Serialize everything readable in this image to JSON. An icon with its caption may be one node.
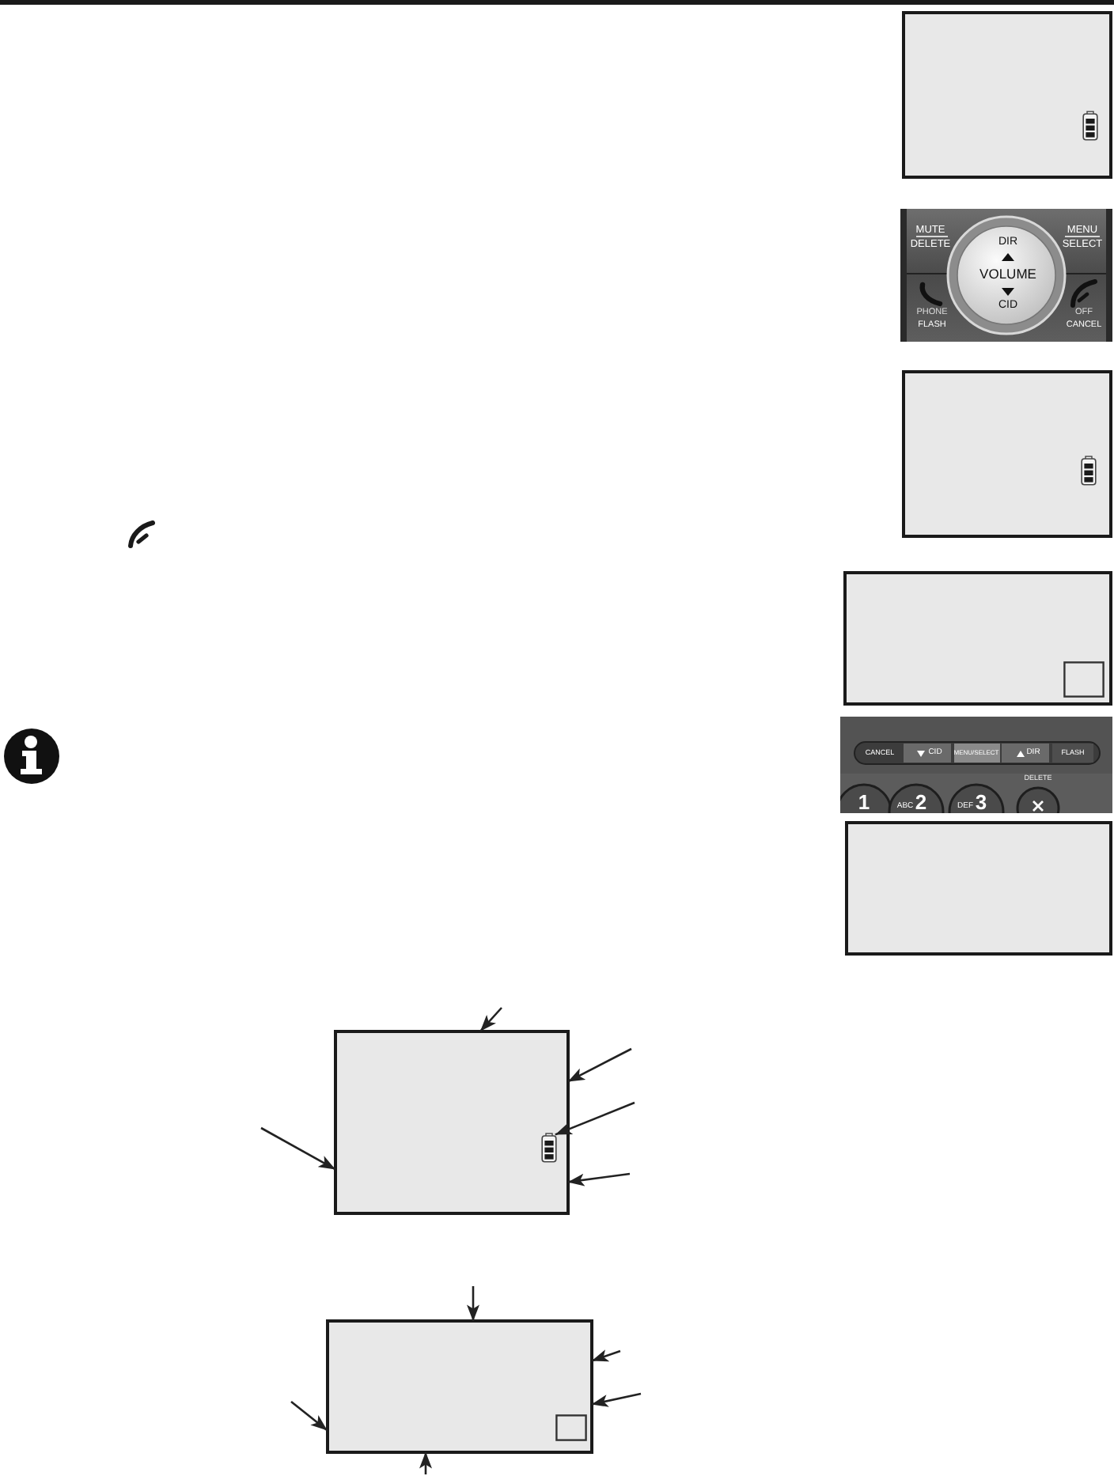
{
  "diagram": {
    "nodes": [
      {
        "text": [],
        "shape": "box"
      },
      {
        "text": [],
        "shape": "box"
      },
      {
        "text": [],
        "shape": "box"
      },
      {
        "text": [],
        "shape": "box"
      },
      {
        "text": [],
        "shape": "box"
      },
      {
        "text": [],
        "shape": "picture",
        "in": 4
      },
      {
        "text": [],
        "shape": "box"
      }
    ],
    "edges": [
      {
        "from": null,
        "to": 4,
        "arrow": "to"
      },
      {
        "from": null,
        "to": 4,
        "arrow": "to"
      },
      {
        "from": null,
        "to": 5,
        "arrow": "to"
      },
      {
        "from": null,
        "to": 4,
        "arrow": "to"
      },
      {
        "from": null,
        "to": 4,
        "arrow": "to"
      },
      {
        "from": null,
        "to": 6,
        "arrow": "to"
      },
      {
        "from": null,
        "to": 6,
        "arrow": "to"
      },
      {
        "from": null,
        "to": 6,
        "arrow": "to"
      },
      {
        "from": null,
        "to": 6,
        "arrow": "to"
      },
      {
        "from": null,
        "to": 6,
        "arrow": "to"
      }
    ],
    "labels": [
      "MUTE",
      "DELETE",
      "DIR",
      "VOLUME",
      "CID",
      "MENU",
      "SELECT",
      "PHONE",
      "FLASH",
      "OFF",
      "CANCEL",
      "CANCEL",
      "CID",
      "MENU/SELECT",
      "DIR",
      "FLASH",
      "DELETE",
      "1",
      "ABC",
      "2",
      "DEF",
      "3"
    ]
  }
}
